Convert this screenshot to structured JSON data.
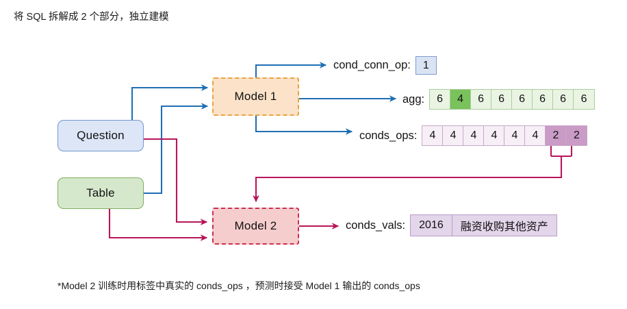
{
  "title": "将 SQL 拆解成 2 个部分，独立建模",
  "footnote": "*Model 2 训练时用标签中真实的 conds_ops ，预测时接受 Model 1 输出的 conds_ops",
  "nodes": {
    "question": "Question",
    "table": "Table",
    "model1": "Model 1",
    "model2": "Model 2"
  },
  "outputs": {
    "cond_conn_op": {
      "label": "cond_conn_op:",
      "values": [
        "1"
      ]
    },
    "agg": {
      "label": "agg:",
      "values": [
        "6",
        "4",
        "6",
        "6",
        "6",
        "6",
        "6",
        "6"
      ],
      "highlight_index": 1
    },
    "conds_ops": {
      "label": "conds_ops:",
      "values": [
        "4",
        "4",
        "4",
        "4",
        "4",
        "4",
        "2",
        "2"
      ],
      "highlight_indices": [
        6,
        7
      ]
    },
    "conds_vals": {
      "label": "conds_vals:",
      "values": [
        "2016",
        "融资收购其他资产"
      ]
    }
  },
  "colors": {
    "question_fill": "#DCE6F7",
    "question_stroke": "#7396D0",
    "table_fill": "#D6E8CC",
    "table_stroke": "#7CAE5C",
    "model1_fill": "#FBE2C9",
    "model1_stroke": "#E8A33D",
    "model2_fill": "#F6CDCD",
    "model2_stroke": "#C9304F",
    "blue_wire": "#1F6FB4",
    "crimson_wire": "#B8155A",
    "agg_highlight": "#79C25C",
    "ops_highlight": "#C99BC6"
  }
}
